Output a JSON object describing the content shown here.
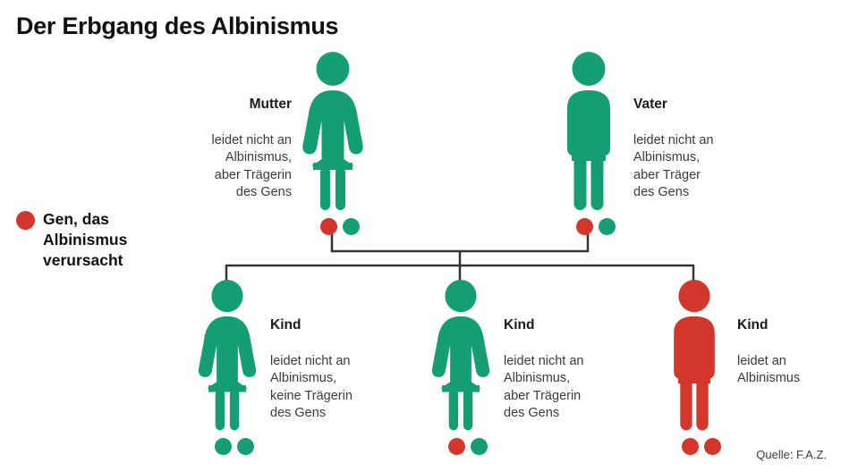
{
  "title": "Der Erbgang des Albinismus",
  "source": "Quelle: F.A.Z.",
  "colors": {
    "green": "#159E76",
    "red": "#D3362A",
    "line": "#333333",
    "text": "#3b3b3b",
    "heading": "#111111",
    "background": "#ffffff"
  },
  "legend": {
    "label": "Gen, das\nAlbinismus\nverursacht",
    "dot_color": "#D3362A"
  },
  "parents": [
    {
      "id": "mother",
      "role": "Mutter",
      "description": "leidet nicht an\nAlbinismus,\naber Trägerin\ndes Gens",
      "sex": "female",
      "figure_color": "#159E76",
      "genes": [
        "#D3362A",
        "#159E76"
      ],
      "gene_names": [
        "albinism-gene",
        "normal-gene"
      ]
    },
    {
      "id": "father",
      "role": "Vater",
      "description": "leidet nicht an\nAlbinismus,\naber Träger\ndes Gens",
      "sex": "male",
      "figure_color": "#159E76",
      "genes": [
        "#D3362A",
        "#159E76"
      ],
      "gene_names": [
        "albinism-gene",
        "normal-gene"
      ]
    }
  ],
  "children": [
    {
      "id": "child-1",
      "role": "Kind",
      "description": "leidet nicht an\nAlbinismus,\nkeine Trägerin\ndes Gens",
      "sex": "female",
      "figure_color": "#159E76",
      "genes": [
        "#159E76",
        "#159E76"
      ],
      "gene_names": [
        "normal-gene",
        "normal-gene"
      ]
    },
    {
      "id": "child-2",
      "role": "Kind",
      "description": "leidet nicht an\nAlbinismus,\naber Trägerin\ndes Gens",
      "sex": "female",
      "figure_color": "#159E76",
      "genes": [
        "#D3362A",
        "#159E76"
      ],
      "gene_names": [
        "albinism-gene",
        "normal-gene"
      ]
    },
    {
      "id": "child-3",
      "role": "Kind",
      "description": "leidet an\nAlbinismus",
      "sex": "male",
      "figure_color": "#D3362A",
      "genes": [
        "#D3362A",
        "#D3362A"
      ],
      "gene_names": [
        "albinism-gene",
        "albinism-gene"
      ]
    }
  ]
}
